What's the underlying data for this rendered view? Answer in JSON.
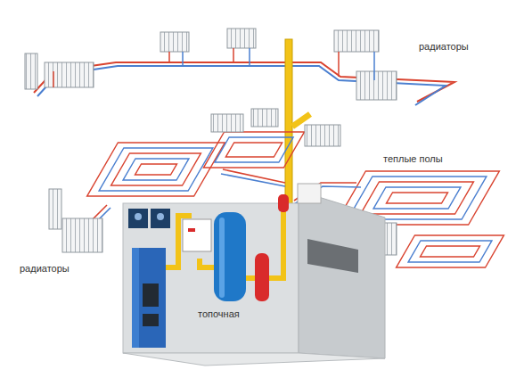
{
  "diagram": {
    "labels": [
      "радиаторы",
      "теплые полы",
      "радиаторы",
      "топочная"
    ]
  }
}
